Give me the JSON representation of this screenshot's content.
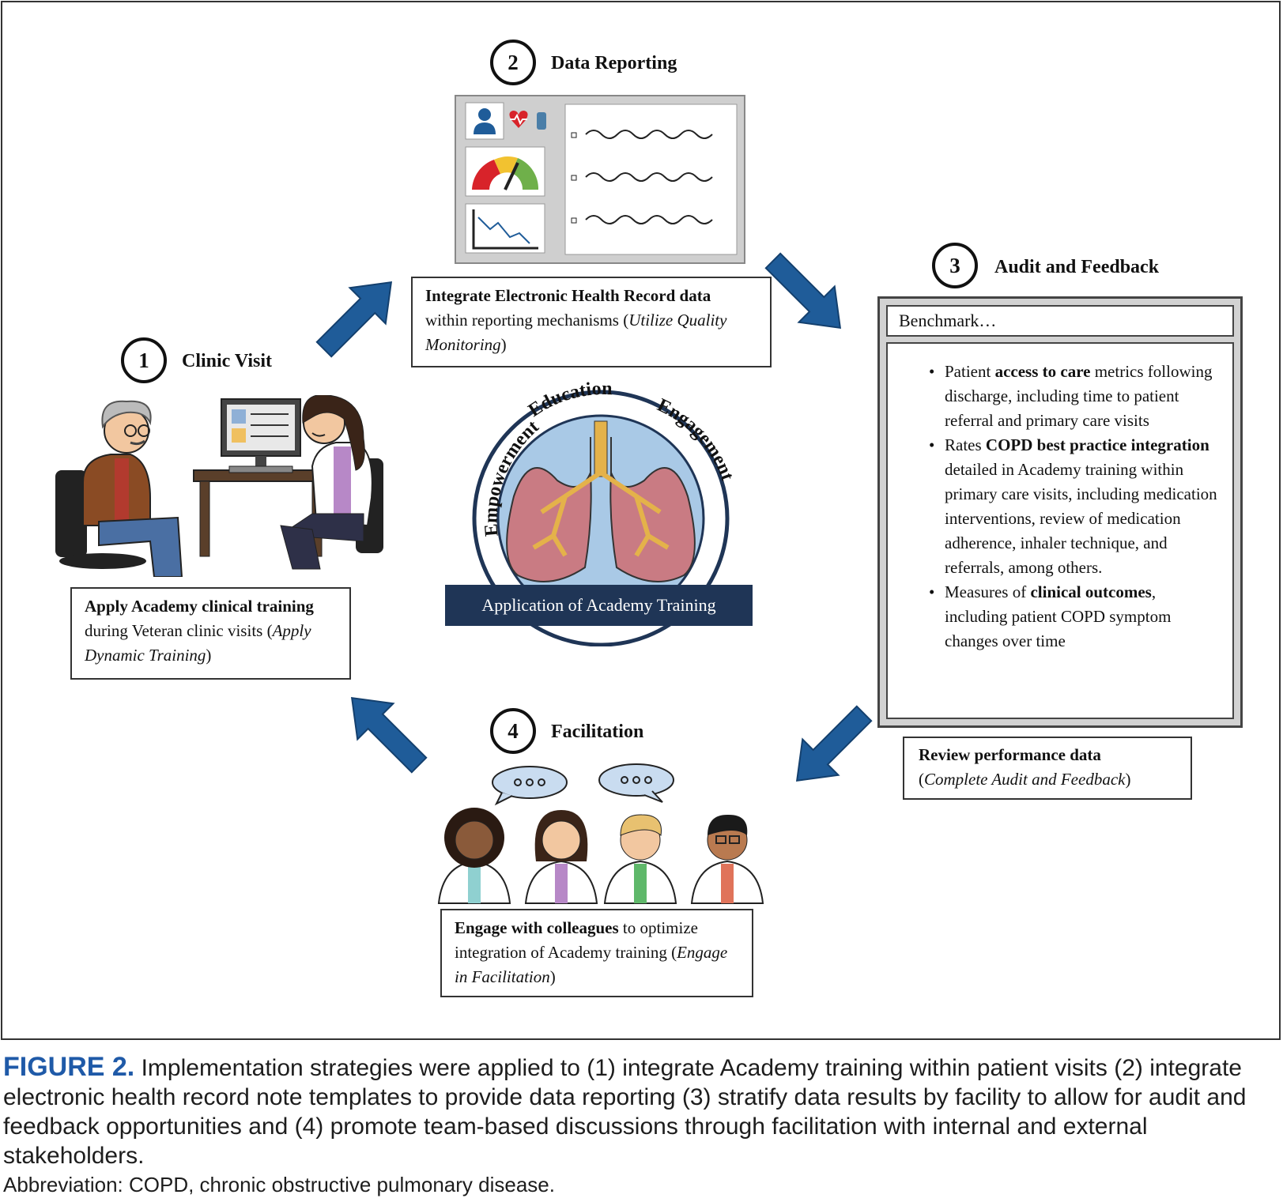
{
  "steps": {
    "s1": {
      "number": "1",
      "title": "Clinic Visit"
    },
    "s2": {
      "number": "2",
      "title": "Data Reporting"
    },
    "s3": {
      "number": "3",
      "title": "Audit and Feedback"
    },
    "s4": {
      "number": "4",
      "title": "Facilitation"
    }
  },
  "boxes": {
    "clinic": {
      "bold": "Apply Academy clinical training",
      "text": " during Veteran clinic visits (",
      "italic": "Apply Dynamic Training",
      "end": ")"
    },
    "data": {
      "bold": "Integrate Electronic Health Record data",
      "text": " within reporting mechanisms (",
      "italic": "Utilize Quality Monitoring",
      "end": ")"
    },
    "review": {
      "bold": "Review performance data",
      "text": " (",
      "italic": "Complete Audit and Feedback",
      "end": ")"
    },
    "facilitation": {
      "bold": "Engage with colleagues",
      "text": " to optimize integration of Academy training (",
      "italic": "Engage in Facilitation",
      "end": ")"
    }
  },
  "audit": {
    "benchmark": "Benchmark…",
    "items": [
      {
        "pre": "Patient ",
        "bold": "access to care",
        "post": " metrics following discharge, including time to patient referral and primary care visits"
      },
      {
        "pre": "Rates ",
        "bold": "COPD best practice integration",
        "post": " detailed in Academy training within primary care visits, including medication interventions, review of medication adherence, inhaler technique, and referrals, among others."
      },
      {
        "pre": "Measures of ",
        "bold": "clinical outcomes",
        "post": ", including patient COPD symptom changes over time"
      }
    ]
  },
  "center": {
    "ring_left": "Empowerment",
    "ring_top": "Education",
    "ring_right": "Engagement",
    "banner": "Application of Academy Training"
  },
  "caption": {
    "label": "FIGURE 2.",
    "text": " Implementation strategies were applied to (1) integrate Academy training within patient visits (2) integrate electronic health record note templates to provide data reporting (3) stratify data results by facility to allow for audit and feedback opportunities and (4) promote team-based discussions through facilitation with internal and external stakeholders.",
    "abbreviation": "Abbreviation: COPD, chronic obstructive pulmonary disease."
  },
  "colors": {
    "arrow": "#1f5c99",
    "banner": "#1f3556",
    "caption_label": "#1f5aa8",
    "lung": "#c97b83",
    "circle_bg": "#a9c9e6"
  }
}
